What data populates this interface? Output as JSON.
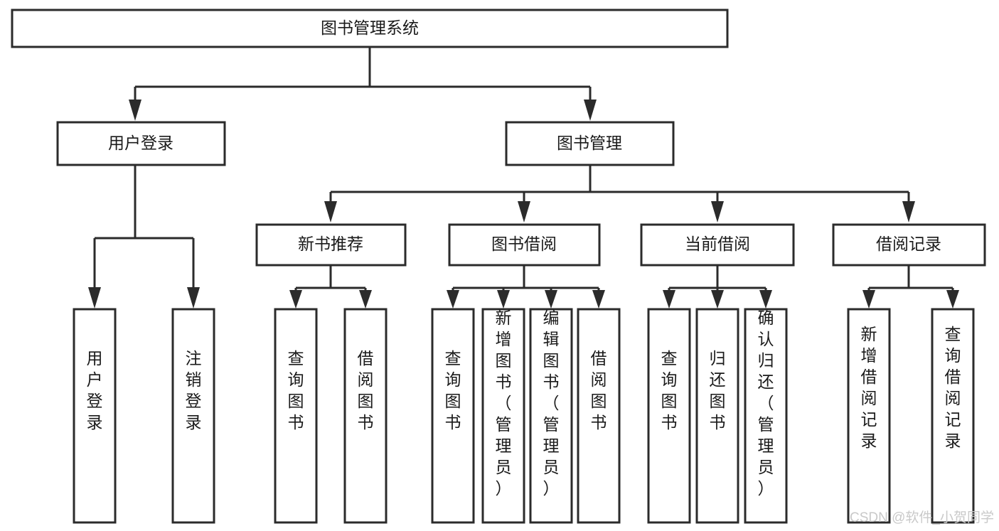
{
  "diagram": {
    "title": "图书管理系统",
    "type": "tree-hierarchy-chart",
    "orientation": "top-down",
    "colors": {
      "box_fill": "#ffffff",
      "box_stroke": "#2b2b2b",
      "text": "#1a1a1a",
      "background": "#ffffff",
      "watermark": "#c9c9c9"
    },
    "root": {
      "label": "图书管理系统"
    },
    "level2": [
      {
        "label": "用户登录"
      },
      {
        "label": "图书管理"
      }
    ],
    "level3": [
      {
        "label": "新书推荐"
      },
      {
        "label": "图书借阅"
      },
      {
        "label": "当前借阅"
      },
      {
        "label": "借阅记录"
      }
    ],
    "leaves": {
      "user_login": [
        {
          "label": "用户登录"
        },
        {
          "label": "注销登录"
        }
      ],
      "new_book_recommend": [
        {
          "label": "查询图书"
        },
        {
          "label": "借阅图书"
        }
      ],
      "book_borrow": [
        {
          "label": "查询图书"
        },
        {
          "label": "新增图书（管理员）"
        },
        {
          "label": "编辑图书（管理员）"
        },
        {
          "label": "借阅图书"
        }
      ],
      "current_borrow": [
        {
          "label": "查询图书"
        },
        {
          "label": "归还图书"
        },
        {
          "label": "确认归还（管理员）"
        }
      ],
      "borrow_records": [
        {
          "label": "新增借阅记录"
        },
        {
          "label": "查询借阅记录"
        }
      ]
    },
    "watermark": "CSDN @软件_小贺同学"
  }
}
